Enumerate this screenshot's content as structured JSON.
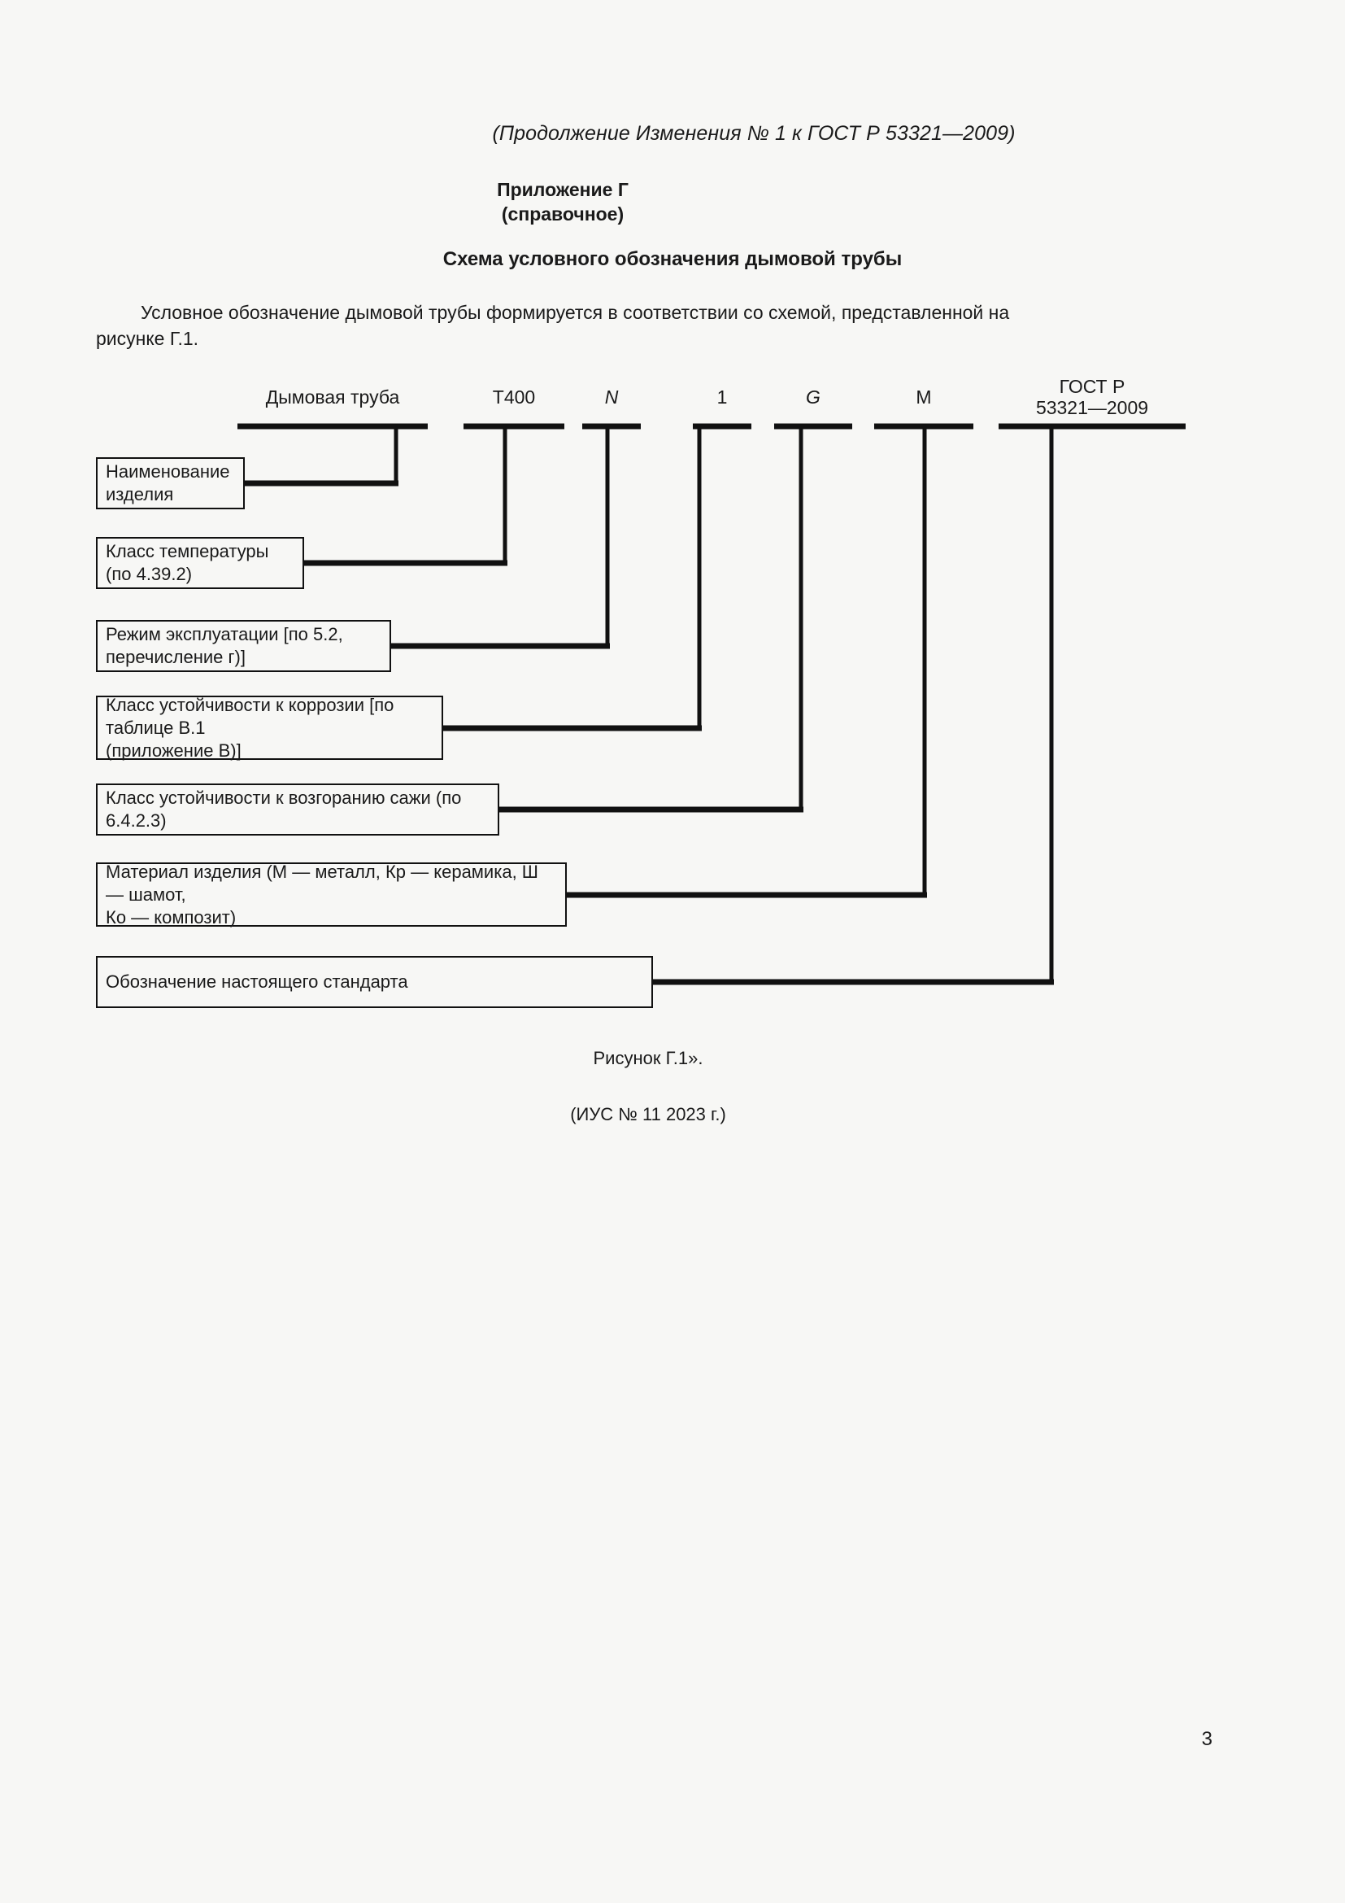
{
  "document": {
    "running_head": "(Продолжение Изменения № 1 к ГОСТ Р 53321—2009)",
    "annex_title": "Приложение Г",
    "annex_subtitle": "(справочное)",
    "section_title": "Схема условного обозначения дымовой трубы",
    "intro_paragraph": "Условное  обозначение  дымовой  трубы  формируется  в  соответствии  со  схемой,  представленной  на",
    "intro_paragraph_tail": "рисунке Г.1.",
    "figure_caption": "Рисунок Г.1».",
    "ius_note": "(ИУС № 11  2023 г.)",
    "page_number": "3"
  },
  "diagram": {
    "codes": [
      {
        "text": "Дымовая труба",
        "italic": false
      },
      {
        "text": "Т400",
        "italic": false
      },
      {
        "text": "N",
        "italic": true
      },
      {
        "text": "1",
        "italic": false
      },
      {
        "text": "G",
        "italic": true
      },
      {
        "text": "М",
        "italic": false
      },
      {
        "text": "ГОСТ Р\n53321—2009",
        "italic": false
      }
    ],
    "boxes": [
      {
        "line1": "Наименование изделия",
        "line2": ""
      },
      {
        "line1": "Класс температуры (по 4.39.2)",
        "line2": ""
      },
      {
        "line1": "Режим эксплуатации [по 5.2, перечисление г)]",
        "line2": ""
      },
      {
        "line1": "Класс устойчивости к коррозии [по таблице В.1",
        "line2": "(приложение В)]"
      },
      {
        "line1": "Класс устойчивости к возгоранию сажи (по 6.4.2.3)",
        "line2": ""
      },
      {
        "line1": "Материал изделия (М — металл, Кр — керамика, Ш — шамот,",
        "line2": "Ко — композит)"
      },
      {
        "line1": "Обозначение настоящего стандарта",
        "line2": ""
      }
    ]
  },
  "colors": {
    "page_background": "#f7f7f5",
    "ink": "#111111"
  }
}
